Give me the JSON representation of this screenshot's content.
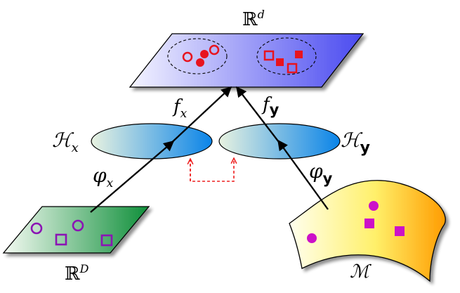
{
  "labels": {
    "top_space": "ℝ",
    "top_space_exp": "d",
    "bottom_left_space": "ℝ",
    "bottom_left_space_exp": "D",
    "manifold": "ℳ",
    "hilbert_x": "ℋ",
    "hilbert_x_sub": "x",
    "hilbert_y": "ℋ",
    "hilbert_y_sub": "y",
    "f_x": "f",
    "f_x_sub": "x",
    "f_y": "f",
    "f_y_sub": "y",
    "phi_x": "φ",
    "phi_x_sub": "x",
    "phi_y": "φ",
    "phi_y_sub": "y"
  },
  "colors": {
    "top_plane_fill_start": "#f4f4ff",
    "top_plane_fill_end": "#4a4af0",
    "left_plane_fill_start": "#f4faf2",
    "left_plane_fill_end": "#0f8f3a",
    "manifold_fill_start": "#ffffee",
    "manifold_fill_end": "#ff9c00",
    "ellipse_fill_start": "#e8f2e0",
    "ellipse_fill_end": "#0a84e8",
    "red_markers": "#e8141e",
    "purple_markers": "#8b14b4",
    "magenta_markers": "#cc10c8",
    "dashed_link": "#ee2020",
    "outline": "#000000"
  }
}
